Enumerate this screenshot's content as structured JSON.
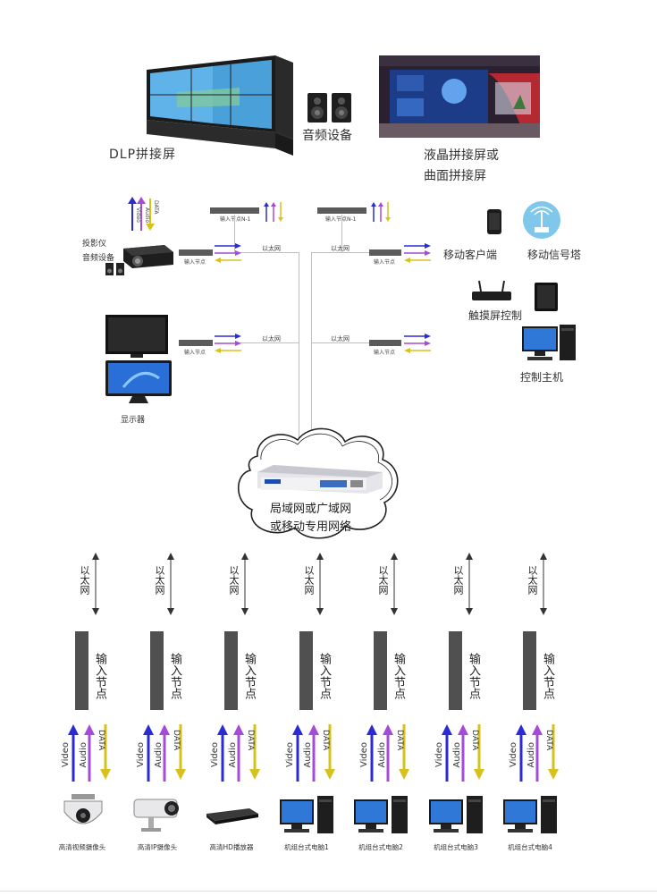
{
  "top": {
    "dlp_label": "DLP拼接屏",
    "audio_label": "音频设备",
    "lcd_label_line1": "液晶拼接屏或",
    "lcd_label_line2": "曲面拼接屏"
  },
  "left": {
    "projector_label_line1": "投影仪",
    "projector_label_line2": "音频设备",
    "monitor_label": "显示器"
  },
  "right": {
    "mobile_client": "移动客户端",
    "mobile_tower": "移动信号塔",
    "touch_control": "触摸屏控制",
    "control_host": "控制主机"
  },
  "network": {
    "ethernet": "以太网",
    "input_node": "输入节点",
    "input_node_n1": "输入节点N-1",
    "cloud_line1": "局域网或广域网",
    "cloud_line2": "或移动专用网络"
  },
  "signals": {
    "video": "Video",
    "audio": "Audio",
    "data": "DATA"
  },
  "colors": {
    "video": "#2b2bd6",
    "audio": "#a64bd8",
    "data": "#d7c21c"
  },
  "bottom": {
    "ethernet_label": "以太网",
    "node_label": "输入节点",
    "devices": [
      {
        "label": "高清视频摄像头",
        "icon": "dome-camera-icon"
      },
      {
        "label": "高清IP摄像头",
        "icon": "bullet-camera-icon"
      },
      {
        "label": "高清HD播放器",
        "icon": "hd-player-icon"
      },
      {
        "label": "机组台式电脑1",
        "icon": "desktop-pc-icon"
      },
      {
        "label": "机组台式电脑2",
        "icon": "desktop-pc-icon"
      },
      {
        "label": "机组台式电脑3",
        "icon": "desktop-pc-icon"
      },
      {
        "label": "机组台式电脑4",
        "icon": "desktop-pc-icon"
      }
    ]
  }
}
